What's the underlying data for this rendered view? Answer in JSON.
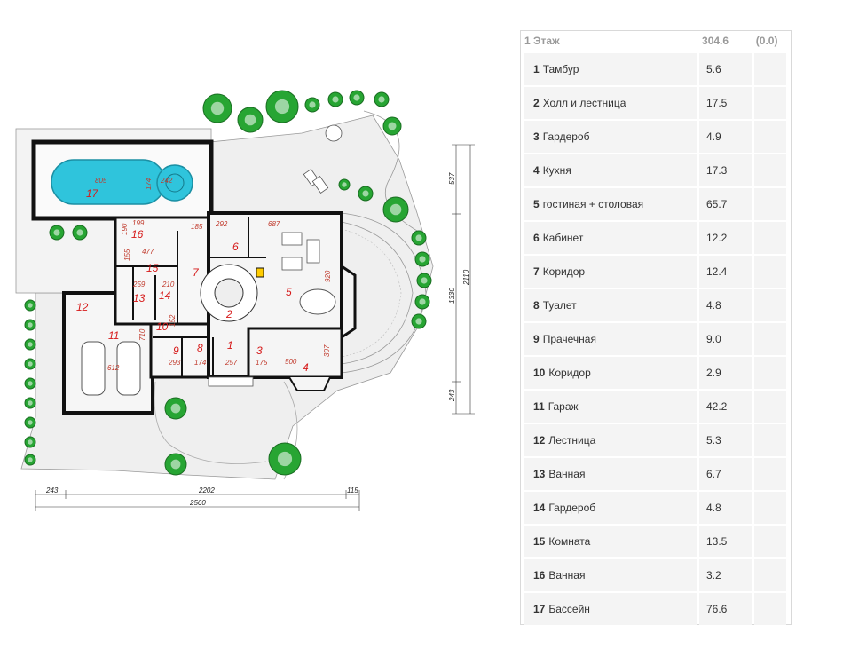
{
  "summary": {
    "label": "1 Этаж",
    "area": "304.6",
    "extra": "(0.0)"
  },
  "rooms": [
    {
      "num": "1",
      "name": "Тамбур",
      "area": "5.6"
    },
    {
      "num": "2",
      "name": "Холл и лестница",
      "area": "17.5"
    },
    {
      "num": "3",
      "name": "Гардероб",
      "area": "4.9"
    },
    {
      "num": "4",
      "name": "Кухня",
      "area": "17.3"
    },
    {
      "num": "5",
      "name": "гостиная + столовая",
      "area": "65.7"
    },
    {
      "num": "6",
      "name": "Кабинет",
      "area": "12.2"
    },
    {
      "num": "7",
      "name": "Коридор",
      "area": "12.4"
    },
    {
      "num": "8",
      "name": "Туалет",
      "area": "4.8"
    },
    {
      "num": "9",
      "name": "Прачечная",
      "area": "9.0"
    },
    {
      "num": "10",
      "name": "Коридор",
      "area": "2.9"
    },
    {
      "num": "11",
      "name": "Гараж",
      "area": "42.2"
    },
    {
      "num": "12",
      "name": "Лестница",
      "area": "5.3"
    },
    {
      "num": "13",
      "name": "Ванная",
      "area": "6.7"
    },
    {
      "num": "14",
      "name": "Гардероб",
      "area": "4.8"
    },
    {
      "num": "15",
      "name": "Комната",
      "area": "13.5"
    },
    {
      "num": "16",
      "name": "Ванная",
      "area": "3.2"
    },
    {
      "num": "17",
      "name": "Бассейн",
      "area": "76.6"
    }
  ],
  "plan": {
    "room_labels": [
      "17",
      "16",
      "15",
      "13",
      "14",
      "12",
      "11",
      "10",
      "9",
      "8",
      "1",
      "2",
      "3",
      "4",
      "5",
      "6",
      "7"
    ],
    "inner_dims": [
      "805",
      "242",
      "199",
      "477",
      "259",
      "210",
      "612",
      "293",
      "174",
      "257",
      "175",
      "500",
      "292",
      "687",
      "185",
      "710",
      "307",
      "920",
      "190",
      "155",
      "152",
      "174"
    ],
    "dims_bottom": [
      "243",
      "2202",
      "115",
      "2560"
    ],
    "dims_right": [
      "537",
      "1330",
      "243",
      "2110"
    ]
  },
  "colors": {
    "pool": "#2fc4dc",
    "wall": "#111111",
    "tree": "#27a533",
    "label": "#d61a1a"
  }
}
